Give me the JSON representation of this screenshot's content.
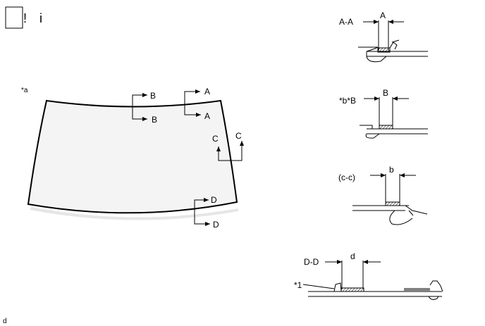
{
  "header": {
    "icon_mark_1": "!",
    "icon_mark_2": "i"
  },
  "windshield": {
    "callout": "*a",
    "cut_b_upper": "B",
    "cut_b_lower": "B",
    "cut_a_upper": "A",
    "cut_a_lower": "A",
    "cut_c_left": "C",
    "cut_c_right": "C",
    "cut_d_upper": "D",
    "cut_d_lower": "D"
  },
  "sections": [
    {
      "title": "A-A",
      "dimension": "A"
    },
    {
      "title": "*b*B",
      "dimension": "B"
    },
    {
      "title": "(c-c)",
      "dimension": "b"
    },
    {
      "title": "D-D",
      "dimension": "d",
      "part_callout": "*1"
    }
  ],
  "footer": {
    "note": "d"
  },
  "colors": {
    "line": "#000000",
    "glass_fill": "#f4f4f4",
    "shadow": "#e6e6e6"
  }
}
